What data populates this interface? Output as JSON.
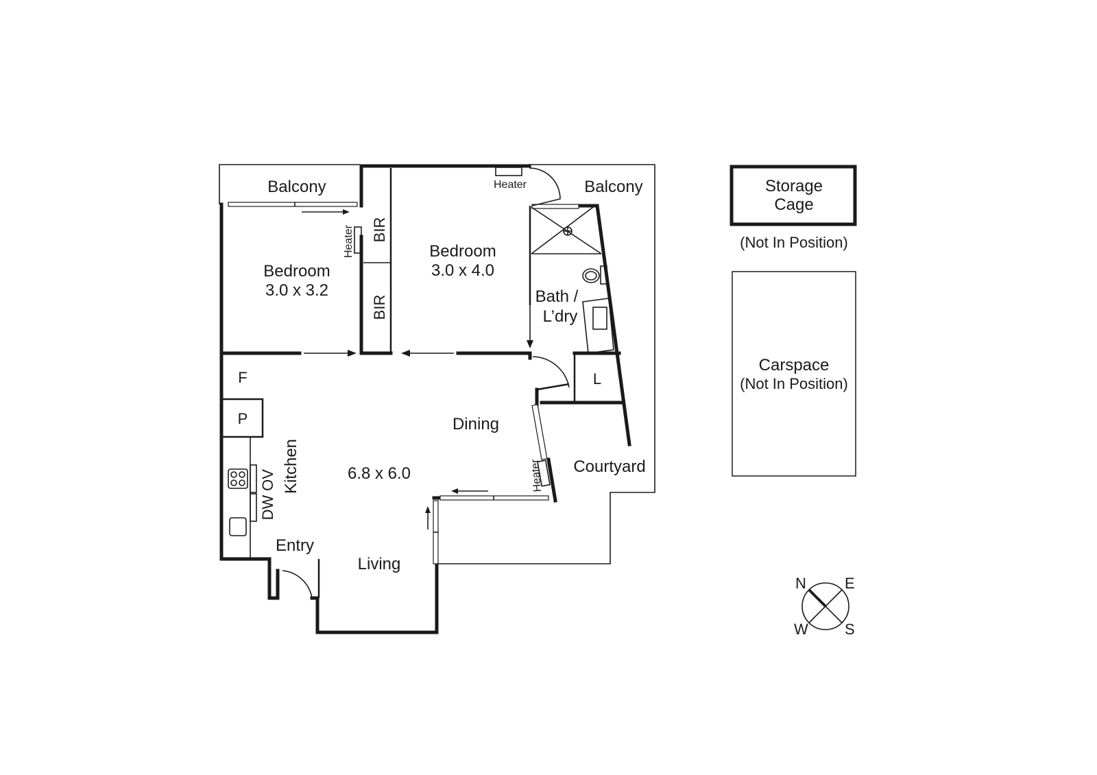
{
  "plan": {
    "rooms": {
      "balcony_left": "Balcony",
      "balcony_right": "Balcony",
      "bedroom1_name": "Bedroom",
      "bedroom1_size": "3.0 x 3.2",
      "bedroom2_name": "Bedroom",
      "bedroom2_size": "3.0 x 4.0",
      "bir_upper": "BIR",
      "bir_lower": "BIR",
      "bath_line1": "Bath /",
      "bath_line2": "L’dry",
      "laundry": "L",
      "fridge": "F",
      "pantry": "P",
      "kitchen": "Kitchen",
      "oven": "OV",
      "dishwasher": "DW",
      "dining": "Dining",
      "living_size": "6.8 x 6.0",
      "living": "Living",
      "entry": "Entry",
      "courtyard": "Courtyard"
    },
    "heaters": {
      "bedroom1": "Heater",
      "bedroom2": "Heater",
      "dining": "Heater"
    },
    "extras": {
      "storage_line1": "Storage",
      "storage_line2": "Cage",
      "storage_note": "(Not In Position)",
      "carspace": "Carspace",
      "carspace_note": "(Not In Position)"
    },
    "compass": {
      "n": "N",
      "e": "E",
      "s": "S",
      "w": "W"
    }
  }
}
